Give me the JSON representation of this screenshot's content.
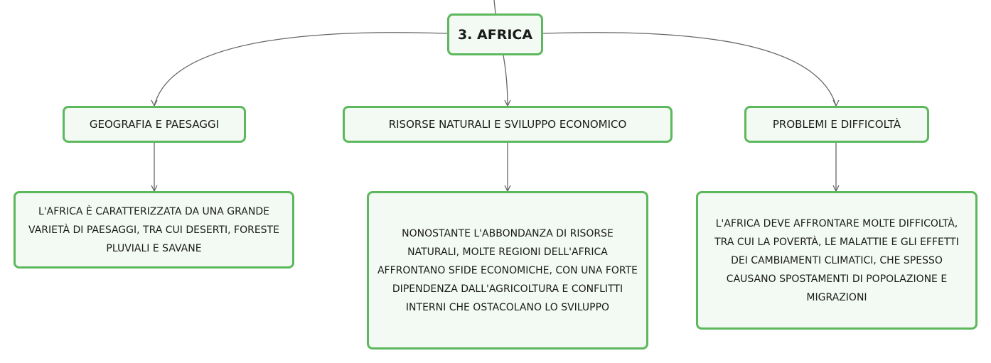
{
  "mindmap": {
    "root": {
      "label": "3. AFRICA"
    },
    "branches": [
      {
        "label": "GEOGRAFIA E PAESAGGI",
        "detail": "L'AFRICA È CARATTERIZZATA DA UNA GRANDE VARIETÀ DI PAESAGGI, TRA CUI DESERTI, FORESTE PLUVIALI E SAVANE"
      },
      {
        "label": "RISORSE NATURALI E SVILUPPO ECONOMICO",
        "detail": "NONOSTANTE L'ABBONDANZA DI RISORSE NATURALI, MOLTE REGIONI DELL'AFRICA AFFRONTANO SFIDE ECONOMICHE, CON UNA FORTE DIPENDENZA DALL'AGRICOLTURA E CONFLITTI INTERNI CHE OSTACOLANO LO SVILUPPO"
      },
      {
        "label": "PROBLEMI E DIFFICOLTÀ",
        "detail": "L'AFRICA DEVE AFFRONTARE MOLTE DIFFICOLTÀ, TRA CUI LA POVERTÀ, LE MALATTIE E GLI EFFETTI DEI CAMBIAMENTI CLIMATICI, CHE SPESSO CAUSANO SPOSTAMENTI DI POPOLAZIONE E MIGRAZIONI"
      }
    ]
  },
  "colors": {
    "node_border": "#5cb85c",
    "node_fill": "#f3faf3",
    "connector": "#666666"
  }
}
